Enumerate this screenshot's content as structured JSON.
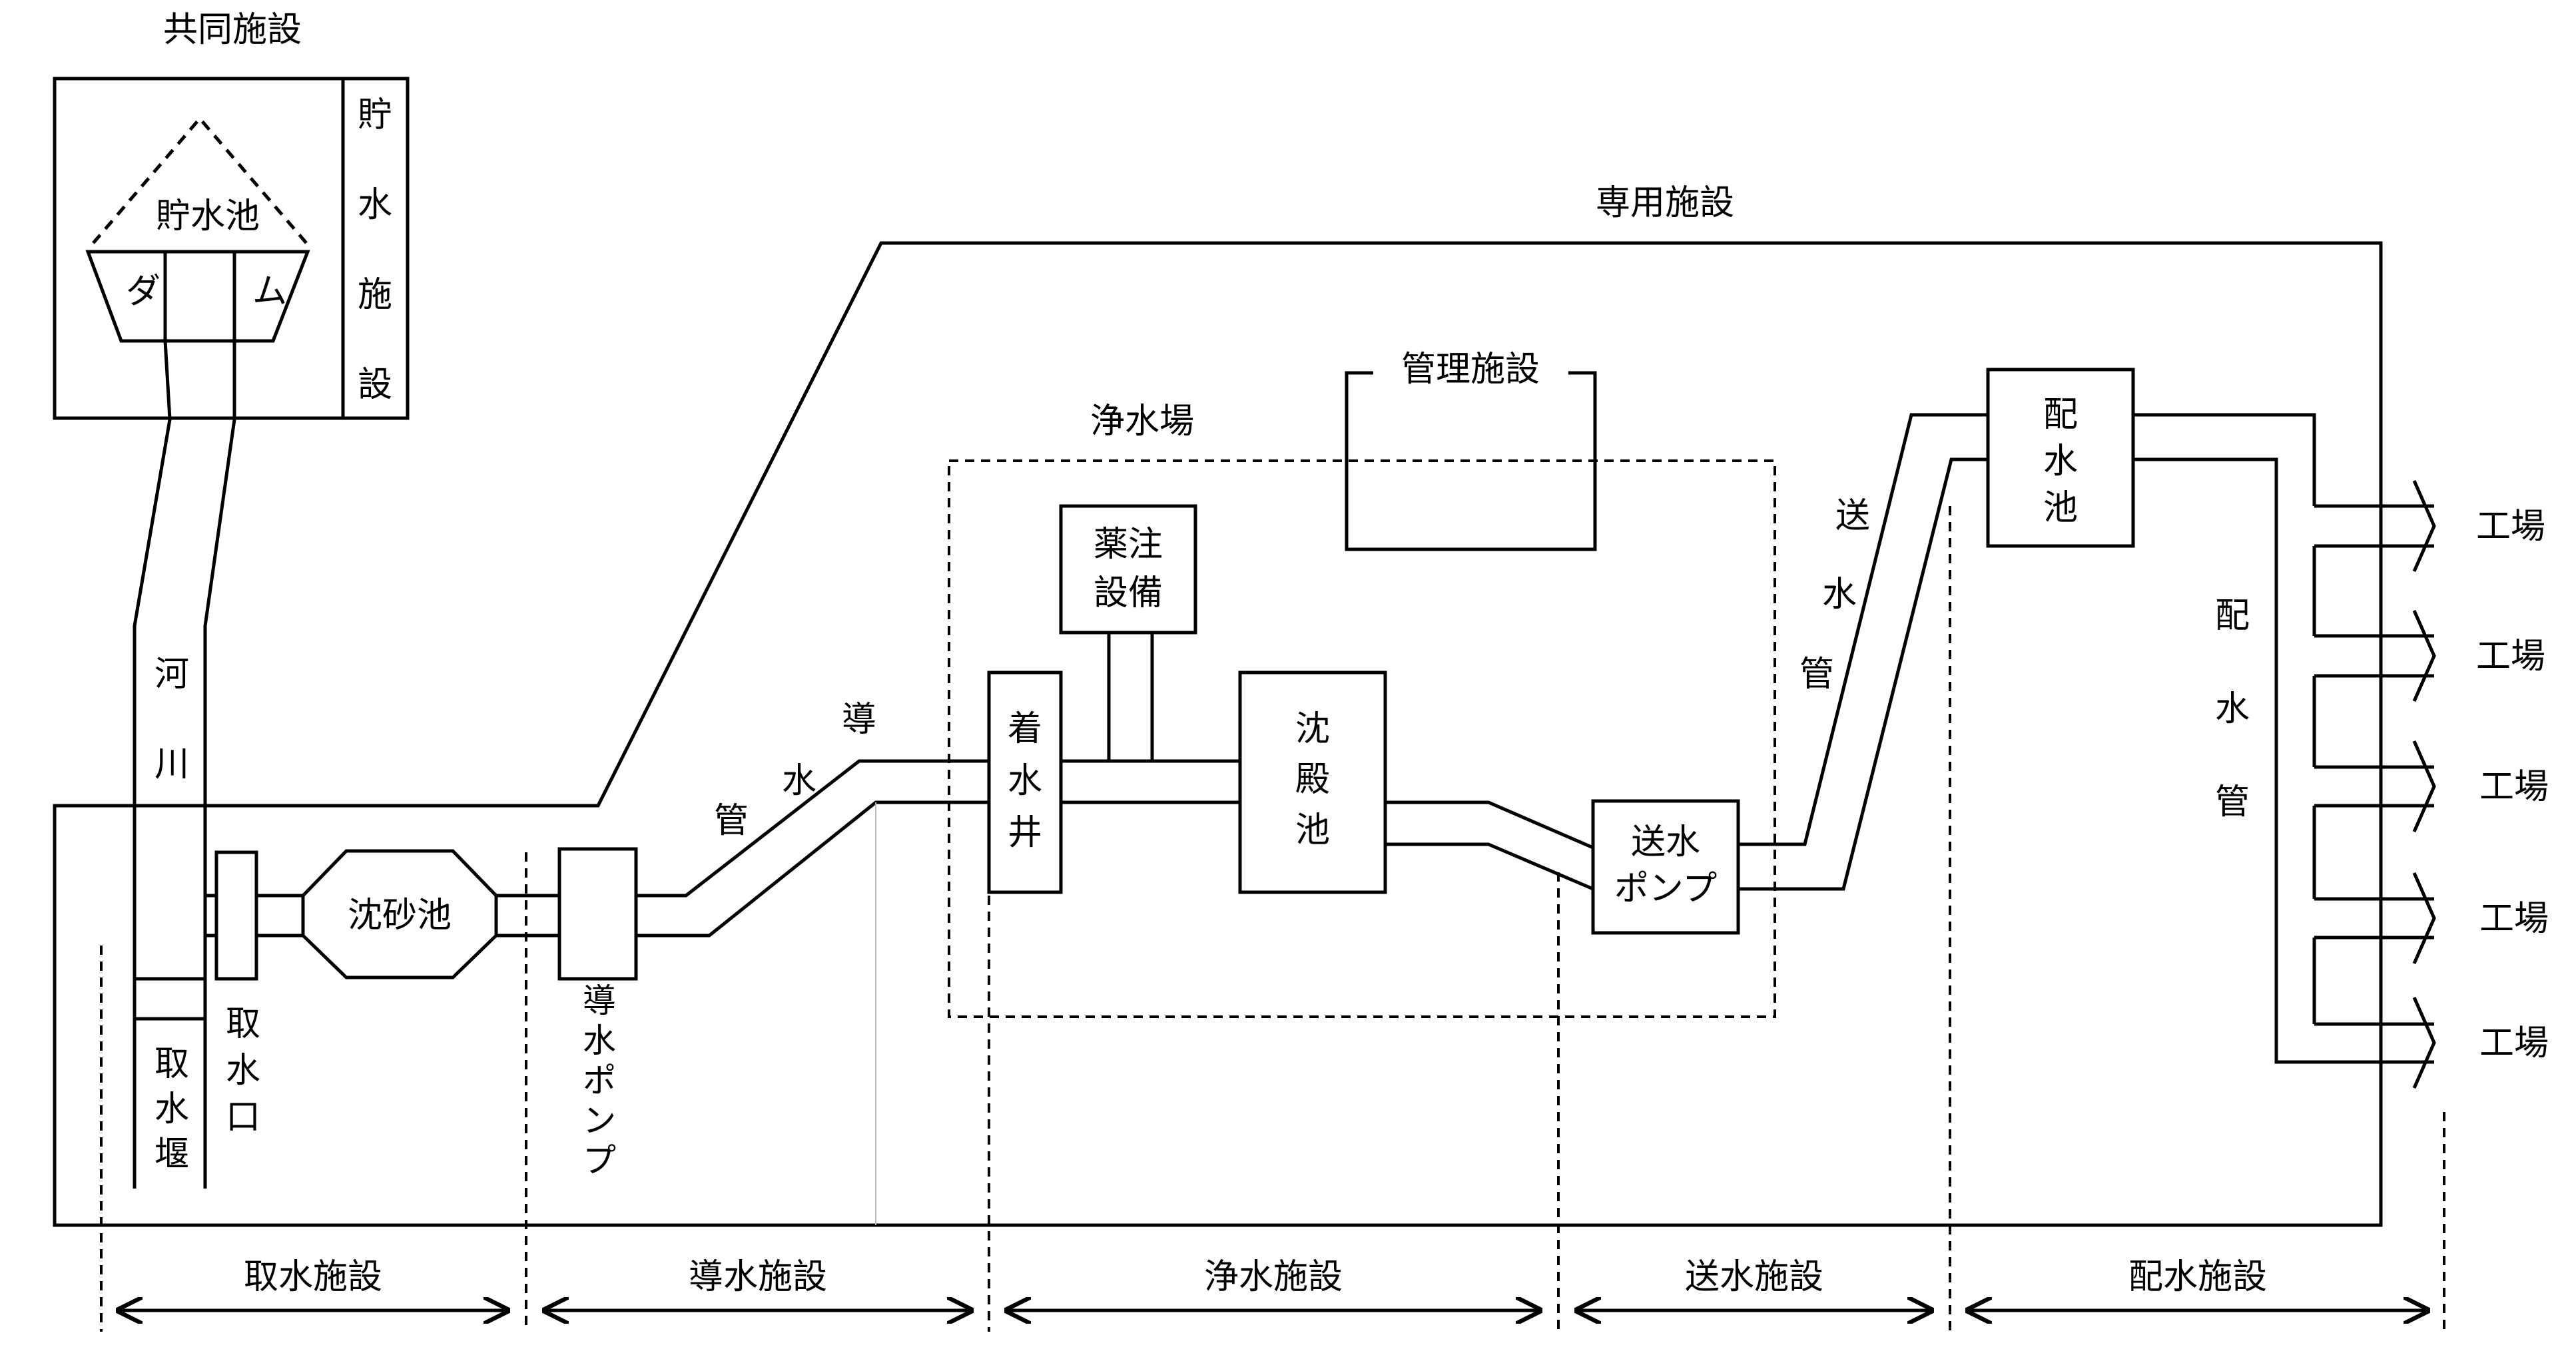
{
  "labels": {
    "shared_facility": "共同施設",
    "reservoir_facility": [
      "貯",
      "水",
      "施",
      "設"
    ],
    "reservoir": "貯水池",
    "dam_left": "ダ",
    "dam_right": "ム",
    "dedicated_facility": "専用施設",
    "management": "管理施設",
    "purification_plant": "浄水場",
    "chemical": [
      "薬注",
      "設備"
    ],
    "receiving_well": [
      "着",
      "水",
      "井"
    ],
    "sedimentation": [
      "沈",
      "殿",
      "池"
    ],
    "send_pump": [
      "送水",
      "ポンプ"
    ],
    "distribution_pond": [
      "配",
      "水",
      "池"
    ],
    "send_pipe": [
      "送",
      "水",
      "管"
    ],
    "distribution_pipe": [
      "配",
      "水",
      "管"
    ],
    "conduit_pipe": [
      "導",
      "水",
      "管"
    ],
    "river": [
      "河",
      "川"
    ],
    "weir": [
      "取",
      "水",
      "堰"
    ],
    "intake": [
      "取",
      "水",
      "口"
    ],
    "sand_basin": "沈砂池",
    "conduit_pump": [
      "導",
      "水",
      "ポ",
      "ン",
      "プ"
    ],
    "factories": [
      "工場",
      "工場",
      "工場",
      "工場",
      "工場"
    ]
  },
  "stages": [
    "取水施設",
    "導水施設",
    "浄水施設",
    "送水施設",
    "配水施設"
  ]
}
